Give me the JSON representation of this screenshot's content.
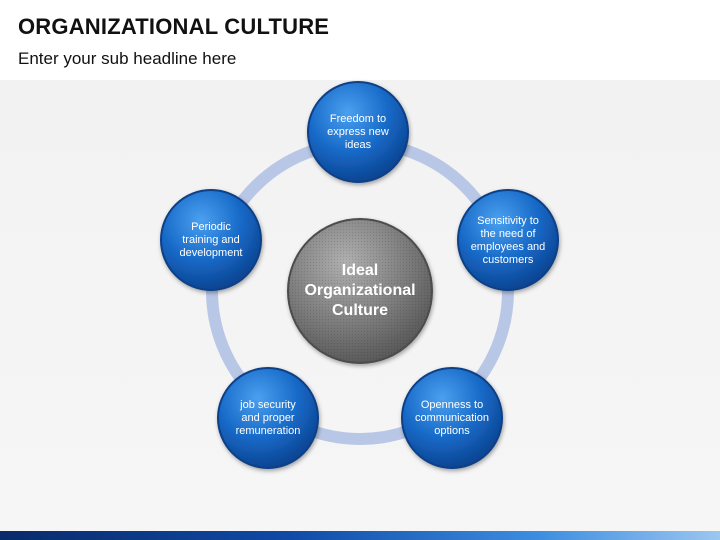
{
  "header": {
    "title": "ORGANIZATIONAL CULTURE",
    "subtitle": "Enter your sub headline here"
  },
  "diagram": {
    "center": {
      "lines": [
        "Ideal",
        "Organizational",
        "Culture"
      ]
    },
    "nodes": [
      {
        "lines": [
          "Freedom to",
          "express new",
          "ideas"
        ]
      },
      {
        "lines": [
          "Sensitivity to",
          "the need of",
          "employees and",
          "customers"
        ]
      },
      {
        "lines": [
          "Openness to",
          "communication",
          "options"
        ]
      },
      {
        "lines": [
          "job security",
          "and proper",
          "remuneration"
        ]
      },
      {
        "lines": [
          "Periodic",
          "training and",
          "development"
        ]
      }
    ]
  },
  "colors": {
    "node_fill": "#1565c0",
    "node_border": "#0d3f86",
    "ring": "#b9c7e6",
    "center_fill": "#7a7a7a"
  }
}
